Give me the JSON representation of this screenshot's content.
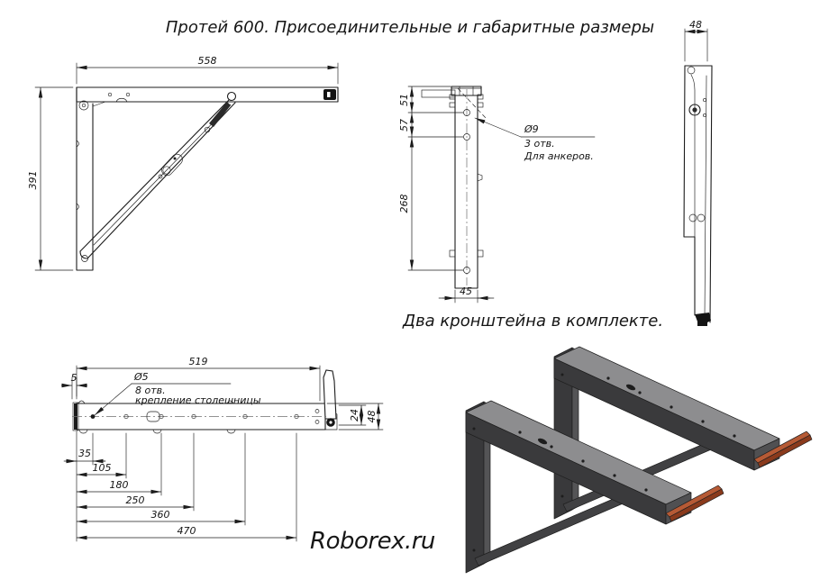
{
  "title": "Протей 600. Присоединительные и габаритные размеры",
  "note": "Два кронштейна в комплекте.",
  "brand": "Roborex.ru",
  "views": {
    "side_open": {
      "dim_width": "558",
      "dim_height": "391"
    },
    "front": {
      "dim_top": "51",
      "dim_mid": "57",
      "dim_body": "268",
      "dim_depth": "45",
      "callout": {
        "diameter": "Ø9",
        "holes": "3 отв.",
        "purpose": "Для анкеров."
      }
    },
    "side_folded": {
      "dim_width": "48"
    },
    "top": {
      "dim_length": "519",
      "dim_edge": "5",
      "dim_chain": {
        "d1": "35",
        "d2": "105",
        "d3": "180",
        "d4": "250",
        "d5": "360",
        "d6": "470"
      },
      "dim_end_offset": "24",
      "dim_end_width": "48",
      "callout": {
        "diameter": "Ø5",
        "holes": "8 отв.",
        "purpose": "крепление столешницы"
      }
    }
  },
  "colors": {
    "line": "#1c1c1c",
    "metal_top": "#8d8d8f",
    "metal_front": "#3a3a3c",
    "metal_side": "#545456",
    "rail_red": "#b65a35",
    "rail_red_dark": "#8a3a1c"
  }
}
